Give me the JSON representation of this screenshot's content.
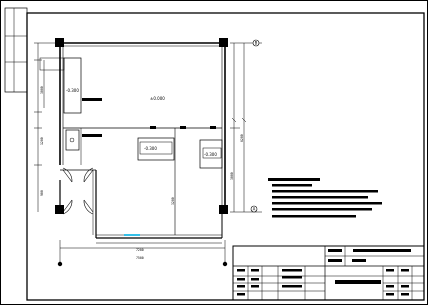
{
  "drawing": {
    "levels": {
      "room": "±0.000",
      "left_upper": "-0.300",
      "counter": "-0.300",
      "mid_right": "-0.300"
    },
    "dimensions": {
      "bottom_inner": "7200",
      "bottom_outer": "7500",
      "right_main": "6200",
      "right_lower": "3000",
      "left_top": "3000",
      "left_lower": "1200",
      "left_bottom": "900",
      "interior_v": "3200"
    },
    "axes": {
      "top": "B",
      "bottom_right": "A"
    }
  },
  "notes": {
    "lines": [
      "",
      "",
      "",
      "",
      "",
      "",
      ""
    ]
  },
  "title_block": {
    "drawing_title": "",
    "project_name": "",
    "designer": "",
    "checker": "",
    "scale": "",
    "sheet_no": ""
  }
}
